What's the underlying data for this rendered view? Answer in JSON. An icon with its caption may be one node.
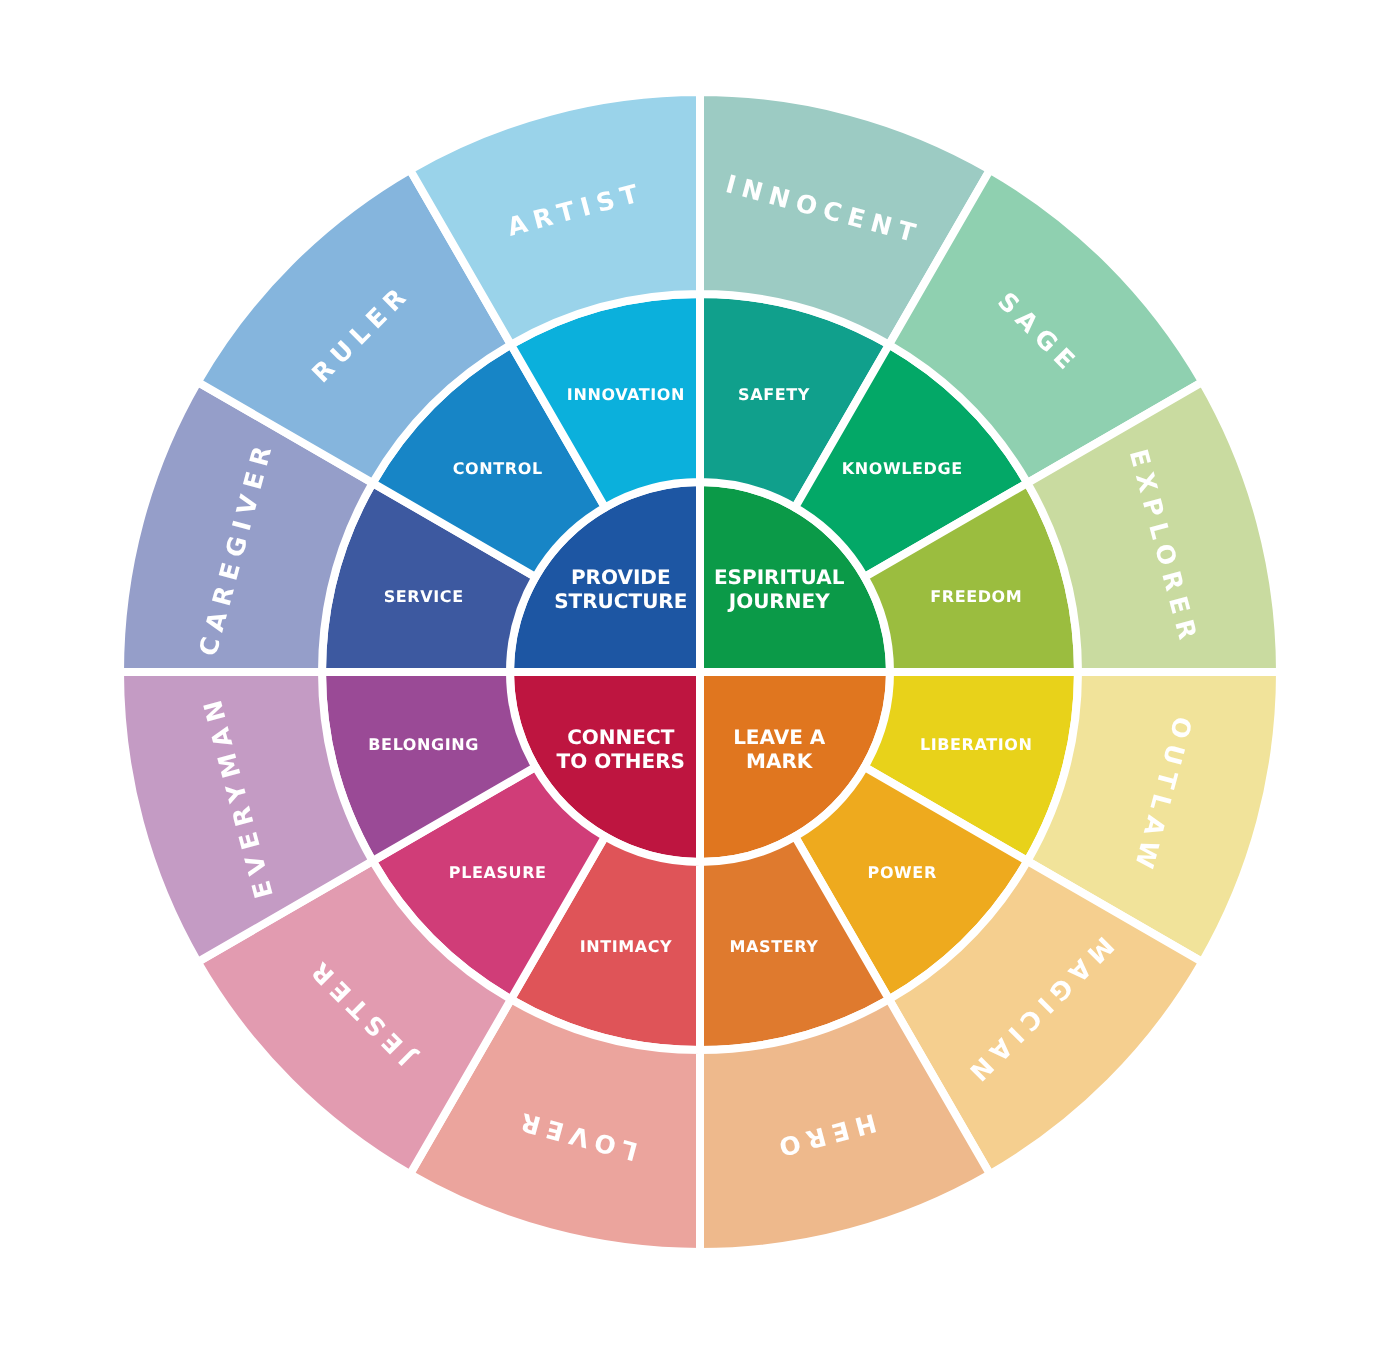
{
  "diagram": {
    "nodes": [
      {
        "text": [
          "PROVIDE STRUCTURE"
        ]
      },
      {
        "text": [
          "ESPIRITUAL JOURNEY"
        ]
      },
      {
        "text": [
          "LEAVE A MARK"
        ]
      },
      {
        "text": [
          "CONNECT TO OTHERS"
        ]
      },
      {
        "text": [
          "SAFETY"
        ]
      },
      {
        "text": [
          "KNOWLEDGE"
        ]
      },
      {
        "text": [
          "FREEDOM"
        ]
      },
      {
        "text": [
          "LIBERATION"
        ]
      },
      {
        "text": [
          "POWER"
        ]
      },
      {
        "text": [
          "MASTERY"
        ]
      },
      {
        "text": [
          "INTIMACY"
        ]
      },
      {
        "text": [
          "PLEASURE"
        ]
      },
      {
        "text": [
          "BELONGING"
        ]
      },
      {
        "text": [
          "SERVICE"
        ]
      },
      {
        "text": [
          "CONTROL"
        ]
      },
      {
        "text": [
          "INNOVATION"
        ]
      },
      {
        "text": [
          "INNOCENT"
        ]
      },
      {
        "text": [
          "SAGE"
        ]
      },
      {
        "text": [
          "EXPLORER"
        ]
      },
      {
        "text": [
          "OUTLAW"
        ]
      },
      {
        "text": [
          "MAGICIAN"
        ]
      },
      {
        "text": [
          "HERO"
        ]
      },
      {
        "text": [
          "LOVER"
        ]
      },
      {
        "text": [
          "JESTER"
        ]
      },
      {
        "text": [
          "EVERYMAN"
        ]
      },
      {
        "text": [
          "CAREGIVER"
        ]
      },
      {
        "text": [
          "RULER"
        ]
      },
      {
        "text": [
          "ARTIST"
        ]
      }
    ]
  }
}
